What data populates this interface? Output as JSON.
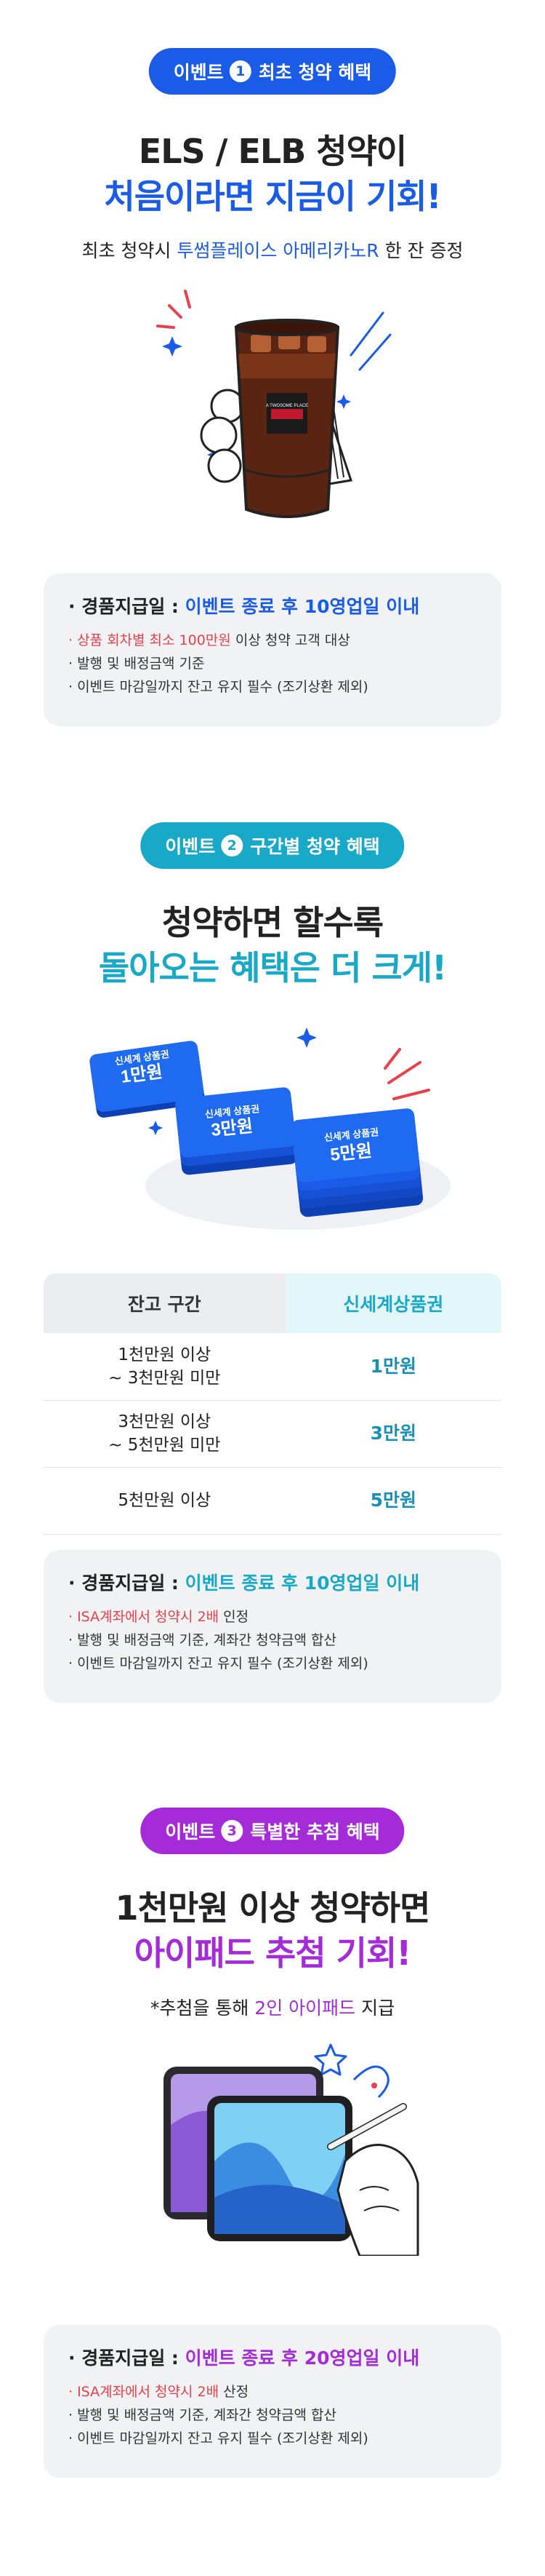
{
  "colors": {
    "blue": "#1a5ce8",
    "teal": "#18a9c9",
    "purple": "#a52bd9",
    "red": "#e8414b",
    "card_bg": "#f1f2f4"
  },
  "event1": {
    "pill_prefix": "이벤트",
    "pill_num": "1",
    "pill_label": "최초 청약 혜택",
    "headline1": "ELS / ELB 청약이",
    "headline2": "처음이라면 지금이 기회!",
    "sub_pre": "최초 청약시 ",
    "sub_hl": "투썸플레이스 아메리카노R",
    "sub_post": " 한 잔 증정",
    "cup_label": "A TWOSOME PLACE",
    "card_title_pre": "· 경품지급일 : ",
    "card_title_hl": "이벤트 종료 후 10영업일 이내",
    "bullets": [
      {
        "hl": "· 상품 회차별 최소 100만원",
        "rest": " 이상 청약 고객 대상"
      },
      {
        "hl": "",
        "rest": "· 발행 및 배정금액 기준"
      },
      {
        "hl": "",
        "rest": "· 이벤트 마감일까지 잔고 유지 필수 (조기상환 제외)"
      }
    ]
  },
  "event2": {
    "pill_prefix": "이벤트",
    "pill_num": "2",
    "pill_label": "구간별 청약 혜택",
    "headline1": "청약하면 할수록",
    "headline2": "돌아오는 혜택은 더 크게!",
    "vouchers": [
      {
        "small": "신세계 상품권",
        "big": "1만원"
      },
      {
        "small": "신세계 상품권",
        "big": "3만원"
      },
      {
        "small": "신세계 상품권",
        "big": "5만원"
      }
    ],
    "table": {
      "headers": [
        "잔고 구간",
        "신세계상품권"
      ],
      "rows": [
        {
          "range1": "1천만원 이상",
          "range2": "~ 3천만원 미만",
          "reward": "1만원"
        },
        {
          "range1": "3천만원 이상",
          "range2": "~ 5천만원 미만",
          "reward": "3만원"
        },
        {
          "range1": "5천만원 이상",
          "range2": "",
          "reward": "5만원"
        }
      ]
    },
    "card_title_pre": "· 경품지급일 : ",
    "card_title_hl": "이벤트 종료 후 10영업일 이내",
    "bullets": [
      {
        "hl": "· ISA계좌에서 청약시 2배",
        "rest": " 인정"
      },
      {
        "hl": "",
        "rest": "· 발행 및 배정금액 기준, 계좌간 청약금액 합산"
      },
      {
        "hl": "",
        "rest": "· 이벤트 마감일까지 잔고 유지 필수 (조기상환 제외)"
      }
    ]
  },
  "event3": {
    "pill_prefix": "이벤트",
    "pill_num": "3",
    "pill_label": "특별한 추첨 혜택",
    "headline1": "1천만원 이상 청약하면",
    "headline2": "아이패드 추첨 기회!",
    "sub_pre": "*추첨을 통해 ",
    "sub_hl": "2인 아이패드",
    "sub_post": " 지급",
    "card_title_pre": "· 경품지급일 : ",
    "card_title_hl": "이벤트 종료 후 20영업일 이내",
    "bullets": [
      {
        "hl": "· ISA계좌에서 청약시 2배",
        "rest": " 산정"
      },
      {
        "hl": "",
        "rest": "· 발행 및 배정금액 기준, 계좌간 청약금액 합산"
      },
      {
        "hl": "",
        "rest": "· 이벤트 마감일까지 잔고 유지 필수 (조기상환 제외)"
      }
    ]
  }
}
